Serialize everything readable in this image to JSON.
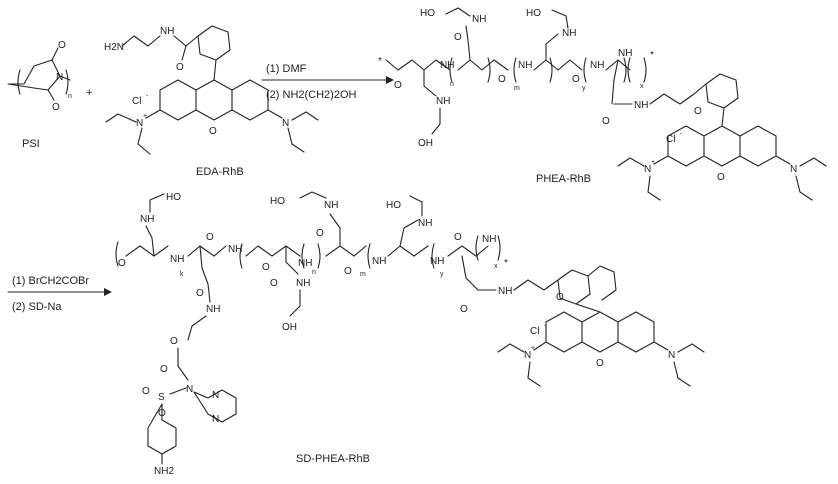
{
  "labels": {
    "psi": "PSI",
    "eda_rhb": "EDA-RhB",
    "phea_rhb": "PHEA-RhB",
    "sd_phea_rhb": "SD-PHEA-RhB",
    "plus": "+"
  },
  "conditions_step1": {
    "line1": "(1) DMF",
    "line2": "(2) NH2(CH2)2OH"
  },
  "conditions_step2": {
    "line1": "(1) BrCH2COBr",
    "line2": "(2) SD-Na"
  },
  "atoms": {
    "N": "N",
    "O": "O",
    "H": "H",
    "NH": "NH",
    "HO": "HO",
    "OH": "OH",
    "Cl": "Cl",
    "minus": "-",
    "plus_charge": "+",
    "S": "S",
    "NH2": "NH2",
    "H2N": "H2N",
    "star": "*"
  },
  "subscripts": {
    "n": "n",
    "m": "m",
    "x": "x",
    "y": "y",
    "k": "k"
  }
}
